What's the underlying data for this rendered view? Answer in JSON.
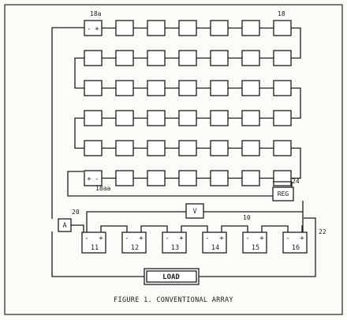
{
  "caption": "FIGURE 1.  CONVENTIONAL ARRAY",
  "refs": {
    "first_panel": "18a",
    "array": "18",
    "last_panel": "18aa",
    "regulator": "24",
    "ammeter": "20",
    "battery": "10",
    "load_circuit": "22"
  },
  "instruments": {
    "ammeter": "A",
    "voltmeter": "V",
    "regulator": "REG",
    "load": "LOAD"
  },
  "array": {
    "rows": 6,
    "panels_per_row": 7,
    "first_panel_polarity": [
      "-",
      "+"
    ],
    "last_panel_polarity": [
      "+",
      "-"
    ]
  },
  "batteries": [
    {
      "label": "11",
      "neg": "-",
      "pos": "+"
    },
    {
      "label": "12",
      "neg": "-",
      "pos": "+"
    },
    {
      "label": "13",
      "neg": "-",
      "pos": "+"
    },
    {
      "label": "14",
      "neg": "-",
      "pos": "+"
    },
    {
      "label": "15",
      "neg": "-",
      "pos": "+"
    },
    {
      "label": "16",
      "neg": "-",
      "pos": "+"
    }
  ]
}
